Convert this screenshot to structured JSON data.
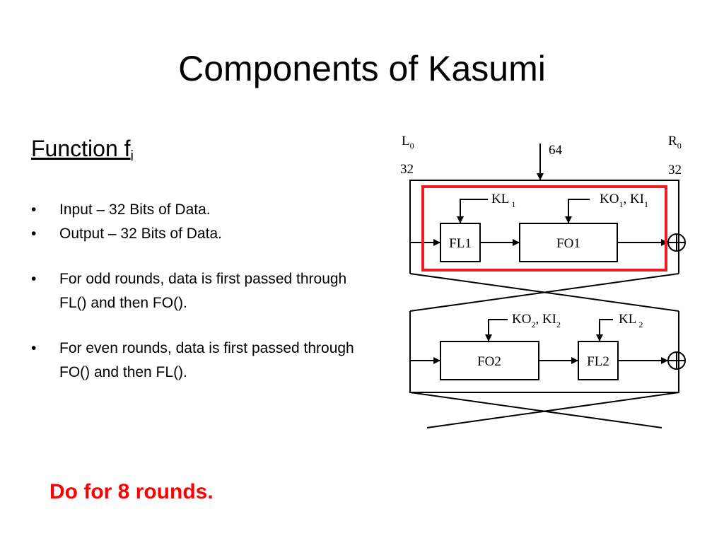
{
  "slide": {
    "title": "Components of Kasumi",
    "subhead_main": "Function f",
    "subhead_sub": "i",
    "bullets": [
      "Input – 32 Bits of Data.",
      "Output – 32 Bits of Data.",
      "For odd rounds, data is first passed through FL() and then FO().",
      "For even rounds, data is first passed through FO() and then FL()."
    ],
    "note": "Do for 8 rounds."
  },
  "diagram": {
    "left_label": "L",
    "left_sub": "0",
    "right_label": "R",
    "right_sub": "0",
    "left_width": "32",
    "right_width": "32",
    "key_width": "64",
    "round1": {
      "kl_label": "KL",
      "kl_sub": "1",
      "ko_label": "KO",
      "ko_sub": "1",
      "ki_label": ", KI",
      "ki_sub": "1",
      "fl_box": "FL1",
      "fo_box": "FO1"
    },
    "round2": {
      "ko_label": "KO",
      "ko_sub": "2",
      "ki_label": ", KI",
      "ki_sub": "2",
      "kl_label": "KL",
      "kl_sub": "2",
      "fo_box": "FO2",
      "fl_box": "FL2"
    },
    "highlight_color": "#ee1c25"
  }
}
